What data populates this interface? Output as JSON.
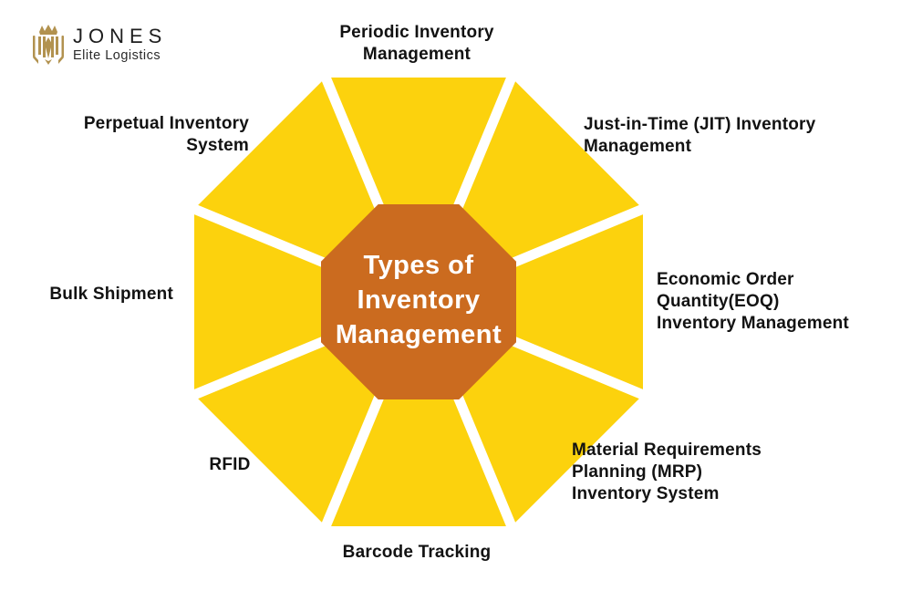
{
  "logo": {
    "brand": "JONES",
    "tagline": "Elite Logistics",
    "crest_color": "#B2924F",
    "text_color": "#1E1E1E"
  },
  "diagram": {
    "petal_color": "#FCD20D",
    "gap_color": "#FFFFFF",
    "center_fill": "#CB6B1F",
    "center_title": "Types of\nInventory\nManagement",
    "center_text_color": "#FFFFFF",
    "label_color": "#121212"
  },
  "labels": [
    {
      "id": "periodic",
      "text": "Periodic Inventory\nManagement"
    },
    {
      "id": "jit",
      "text": "Just-in-Time (JIT) Inventory\nManagement"
    },
    {
      "id": "eoq",
      "text": "Economic Order\nQuantity(EOQ)\nInventory Management"
    },
    {
      "id": "mrp",
      "text": "Material Requirements\nPlanning (MRP)\nInventory System"
    },
    {
      "id": "barcode",
      "text": "Barcode Tracking"
    },
    {
      "id": "rfid",
      "text": "RFID"
    },
    {
      "id": "bulk",
      "text": "Bulk Shipment"
    },
    {
      "id": "perpetual",
      "text": "Perpetual Inventory\nSystem"
    }
  ]
}
